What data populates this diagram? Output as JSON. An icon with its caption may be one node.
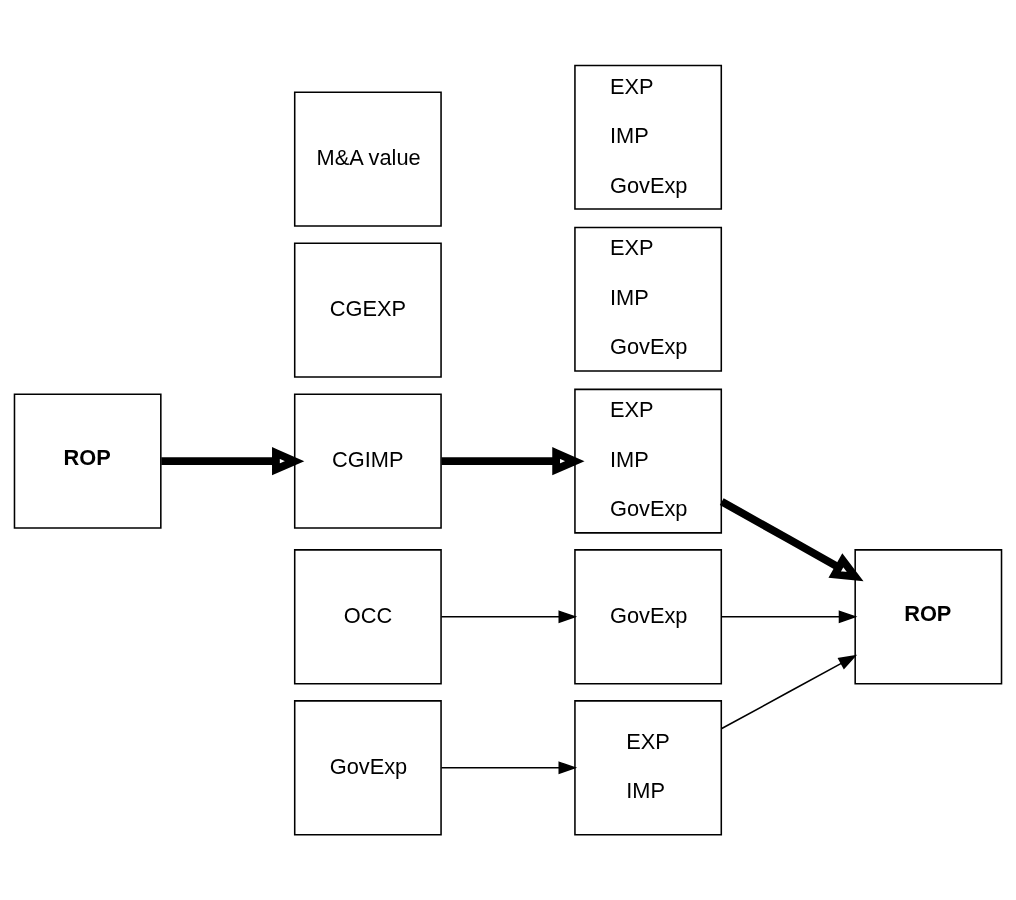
{
  "diagram": {
    "nodes": [
      {
        "text": [
          "ROP"
        ]
      },
      {
        "text": [
          "OCC"
        ]
      },
      {
        "text": [
          "CGEXP"
        ]
      },
      {
        "text": [
          "CGIMP"
        ]
      },
      {
        "text": [
          "M&A value"
        ]
      },
      {
        "text": [
          "GovExp"
        ]
      },
      {
        "text": [
          "GovExp"
        ]
      },
      {
        "text": [
          "EXP",
          "IMP",
          "GovExp"
        ]
      },
      {
        "text": [
          "EXP",
          "IMP",
          "GovExp"
        ]
      },
      {
        "text": [
          "EXP",
          "IMP",
          "GovExp"
        ]
      },
      {
        "text": [
          "EXP",
          "IMP"
        ]
      },
      {
        "text": [
          "ROP"
        ]
      }
    ],
    "edges": [
      {
        "from": 0,
        "to": 3,
        "arrow": "to",
        "style": "thick"
      },
      {
        "from": 1,
        "to": 6,
        "arrow": "to"
      },
      {
        "from": 5,
        "to": 10,
        "arrow": "to"
      },
      {
        "from": 3,
        "to": 8,
        "arrow": "to",
        "style": "thick"
      },
      {
        "from": 6,
        "to": 11,
        "arrow": "to"
      },
      {
        "from": 10,
        "to": 11,
        "arrow": "to"
      },
      {
        "from": 8,
        "to": 11,
        "arrow": "to",
        "style": "thick"
      }
    ]
  }
}
